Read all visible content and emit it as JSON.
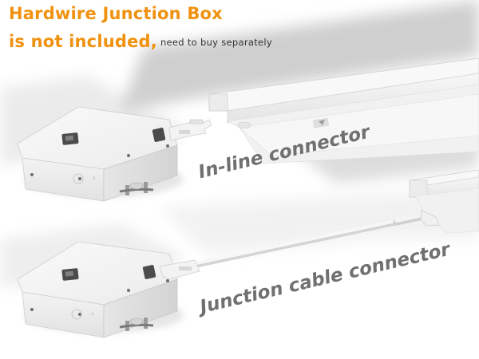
{
  "headline": {
    "line1": "Hardwire Junction Box",
    "line2": "is not included,",
    "note": "need to buy separately"
  },
  "captions": {
    "inline": "In-line connector",
    "cable": "Junction cable connector"
  },
  "colors": {
    "headline": "#f0920f",
    "caption": "#707070",
    "fixture": "#f4f4f4"
  }
}
